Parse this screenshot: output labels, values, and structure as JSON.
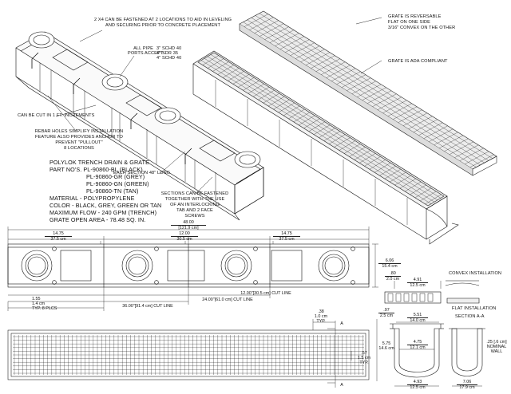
{
  "callouts": {
    "fasten_note": [
      "2 X4  CAN BE FASTENED AT  2  LOCATIONS TO AID IN LEVELING",
      "AND SECURING PRIOR TO CONCRETE PLACEMENT"
    ],
    "pipe_ports": [
      "ALL PIPE",
      "PORTS ACCEPT:",
      "3\" SCHD 40",
      "4\" SDR 35",
      "4\" SCHD 40"
    ],
    "grate_reversible": [
      "GRATE IS REVERSABLE",
      "FLAT ON ONE SIDE",
      "3/16\" CONVEX ON THE OTHER"
    ],
    "grate_ada": "GRATE IS ADA COMPLIANT",
    "cut_note": "CAN BE CUT IN 1 FT. INCREMENTS",
    "rebar_note": [
      "REBAR HOLES SIMPLIFY INSTALLATION",
      "FEATURE ALSO PROVIDES ANCHOR TO",
      "PREVENT \"PULLOUT\"",
      "8 LOCATIONS"
    ],
    "section_long": "EACH SECTION 48\" LONG",
    "sections_fastened": [
      "SECTIONS  CAN BE FASTENED",
      "TOGETHER WITH THE USE",
      "OF AN INTERLOCKING",
      "TAB  AND 2 FACE",
      "SCREWS"
    ]
  },
  "spec_block": [
    "POLYLOK TRENCH DRAIN & GRATE",
    "PART NO'S. PL-90860-BL (BLACK)",
    "PL-90860-GR (GREY)",
    "PL-90860-GN (GREEN)",
    "PL-90860-TN (TAN)",
    "MATERIAL - POLYPROPYLENE",
    "COLOR - BLACK, GREY, GREEN OR TAN",
    "MAXIMUM FLOW - 240 GPM (TRENCH)",
    "GRATE OPEN AREA - 78.48 SQ. IN."
  ],
  "plan_dims": {
    "overall": [
      "48.00",
      "[121.9 cm]"
    ],
    "left": [
      "14.75",
      "37.5 cm"
    ],
    "center": [
      "12.00",
      "30.5 cm"
    ],
    "right": [
      "14.75",
      "37.5 cm"
    ],
    "height": [
      "6.06",
      "15.4 cm"
    ],
    "rebar_hole": [
      "1.55",
      "1.4 cm",
      "TYP. 8 PLCS"
    ],
    "cut_12": "12.00\"[30.5 cm] CUT LINE",
    "cut_24": "24.00\"[61.0 cm] CUT LINE",
    "cut_36": "36.00\"[91.4 cm] CUT LINE",
    "grate_end": [
      ".38",
      "1.0 cm",
      "TYP."
    ],
    "grate_gap": [
      ".57",
      "1.5 cm",
      "TYP."
    ],
    "section_mark": "A"
  },
  "section_dims": {
    "grate_h": [
      ".80",
      "2.0 cm"
    ],
    "grate_w": [
      "4.91",
      "12.5 cm"
    ],
    "lip": [
      ".97",
      "2.5 cm"
    ],
    "inner_w": [
      "5.51",
      "14.0 cm"
    ],
    "depth": [
      "5.75",
      "14.6 cm"
    ],
    "channel_w": [
      "4.75",
      "12.1 cm"
    ],
    "base_w": [
      "4.93",
      "12.5 cm"
    ],
    "nominal_wall": [
      ".25 [.6 cm]",
      "NOMINAL",
      "WALL"
    ],
    "overall_w": [
      "7.06",
      "17.9 cm"
    ]
  },
  "legend": {
    "convex": "CONVEX INSTALLATION",
    "flat": "FLAT INSTALLATION",
    "section": "SECTION A-A"
  }
}
